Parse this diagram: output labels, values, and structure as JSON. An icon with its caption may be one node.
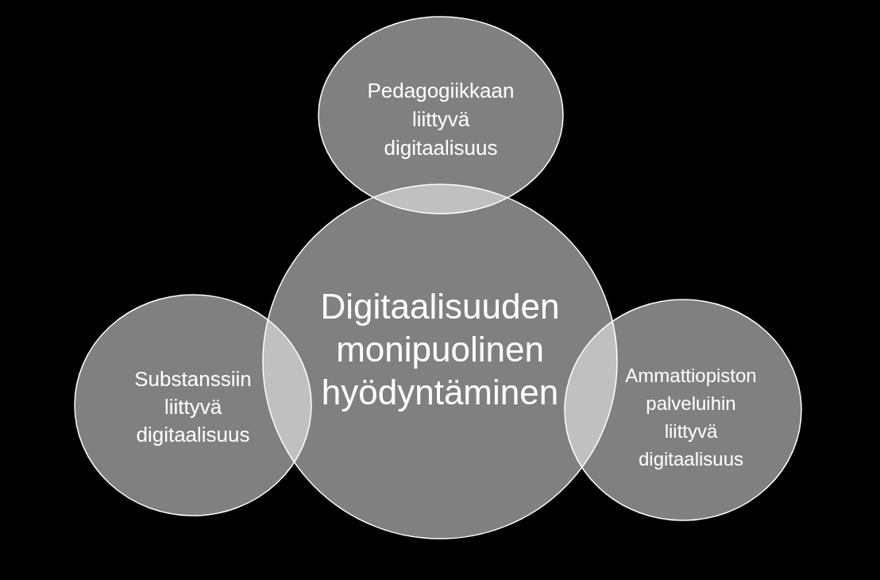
{
  "diagram": {
    "nodes": [
      {
        "text": [
          "Pedagogiikkaan liittyvä digitaalisuus"
        ]
      },
      {
        "text": [
          "Digitaalisuuden monipuolinen hyödyntäminen"
        ]
      },
      {
        "text": [
          "Substanssiin liittyvä digitaalisuus"
        ]
      },
      {
        "text": [
          "Ammattiopiston palveluihin liittyvä digitaalisuus"
        ]
      }
    ],
    "edges": []
  }
}
